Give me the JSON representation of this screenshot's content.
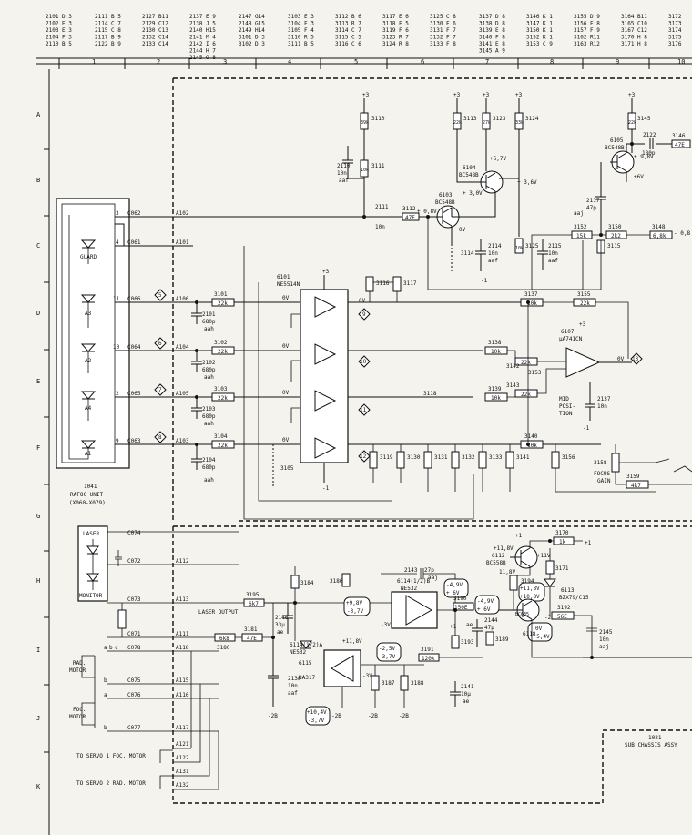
{
  "index_table": [
    [
      "2101 D 3",
      "2102 E 3",
      "2103 E 3",
      "2104 F 3",
      "2110 B 5"
    ],
    [
      "2111 B 5",
      "2114 C 7",
      "2115 C 8",
      "2117 B 9",
      "2122 B 9"
    ],
    [
      "2127 B11",
      "2129 C12",
      "2130 C13",
      "2132 C14",
      "2133 C14"
    ],
    [
      "2137 E 9",
      "2138 J 5",
      "2140 H15",
      "2141 M 4",
      "2142 I 6",
      "2144 H 7",
      "2145 O 8"
    ],
    [
      "2147 G14",
      "2148 G15",
      "2149 H14",
      "3101 D 3",
      "3102 D 3"
    ],
    [
      "3103 E 3",
      "3104 F 3",
      "3105 F 4",
      "3110 R 5",
      "3111 B 5"
    ],
    [
      "3112 B 6",
      "3113 R 7",
      "3114 C 7",
      "3115 C 5",
      "3116 C 6"
    ],
    [
      "3117 E 6",
      "3118 F 5",
      "3119 F 6",
      "3123 R 7",
      "3124 R 8"
    ],
    [
      "3125 C 8",
      "3130 F 6",
      "3131 F 7",
      "3132 F 7",
      "3133 F 8"
    ],
    [
      "3137 D 8",
      "3138 D 8",
      "3139 E 8",
      "3140 F 8",
      "3141 E 8",
      "3145 A 9"
    ],
    [
      "3146 K 1",
      "3147 K 1",
      "3150 K 1",
      "3152 K 1",
      "3153 C 9"
    ],
    [
      "3155 D 9",
      "3156 F 8",
      "3157 F 9",
      "3162 R11",
      "3163 R12"
    ],
    [
      "3164 B11",
      "3165 C10",
      "3167 C12",
      "3170 H 8",
      "3171 H 8"
    ],
    [
      "3172",
      "3173",
      "3174",
      "3175",
      "3176"
    ]
  ],
  "grid_columns": [
    "1",
    "2",
    "3",
    "4",
    "5",
    "6",
    "7",
    "8",
    "9",
    "10"
  ],
  "grid_rows": [
    "A",
    "B",
    "C",
    "D",
    "E",
    "F",
    "G",
    "H",
    "I",
    "J",
    "K"
  ],
  "ics": {
    "ic6101": {
      "ref": "6101",
      "part": "NE5514N"
    },
    "ic6107": {
      "ref": "6107",
      "part": "µA741CN"
    },
    "ic6114b": {
      "ref": "6114(1/2)B",
      "part": "NE532"
    },
    "ic6114a": {
      "ref": "6114(1/2)A",
      "part": "NE532"
    }
  },
  "transistors": {
    "t6103": {
      "ref": "6103",
      "part": "BC548B"
    },
    "t6104": {
      "ref": "6104",
      "part": "BC548B"
    },
    "t6105": {
      "ref": "6105",
      "part": "BC548B"
    },
    "t6112": {
      "ref": "6112",
      "part": "BC558B"
    },
    "t6118": {
      "ref": "6118",
      "part": "BC635"
    }
  },
  "diodes": {
    "d6113": {
      "ref": "6113",
      "part": "BZX79/C15"
    },
    "d6115": {
      "ref": "6115",
      "part": "BA317"
    }
  },
  "resistors": {
    "r3101": {
      "ref": "3101",
      "val": "22k"
    },
    "r3102": {
      "ref": "3102",
      "val": "22k"
    },
    "r3103": {
      "ref": "3103",
      "val": "22k"
    },
    "r3104": {
      "ref": "3104",
      "val": "22k"
    },
    "r3110": {
      "ref": "3110",
      "val": "39k"
    },
    "r3111": {
      "ref": "3111",
      "val": "10k"
    },
    "r3112": {
      "ref": "3112",
      "val": "47E"
    },
    "r3113": {
      "ref": "3113",
      "val": "22k"
    },
    "r3123": {
      "ref": "3123",
      "val": "27k"
    },
    "r3124": {
      "ref": "3124",
      "val": "33k"
    },
    "r3125": {
      "ref": "3125",
      "val": "10k"
    },
    "r3137": {
      "ref": "3137",
      "val": "10k"
    },
    "r3138": {
      "ref": "3138",
      "val": "10k"
    },
    "r3139": {
      "ref": "3139",
      "val": "10k"
    },
    "r3140": {
      "ref": "3140",
      "val": "10k"
    },
    "r3142": {
      "ref": "3142",
      "val": "22k"
    },
    "r3143": {
      "ref": "3143",
      "val": "22k"
    },
    "r3145": {
      "ref": "3145",
      "val": "22k"
    },
    "r3146": {
      "ref": "3146",
      "val": "47E"
    },
    "r3148": {
      "ref": "3148",
      "val": "6,8k"
    },
    "r3150": {
      "ref": "3150",
      "val": "2k2"
    },
    "r3152": {
      "ref": "3152",
      "val": "15k"
    },
    "r3155": {
      "ref": "3155",
      "val": "22k"
    },
    "r3159": {
      "ref": "3159",
      "val": "4k7"
    },
    "r3170": {
      "ref": "3170",
      "val": "1k"
    },
    "r3180": {
      "ref": "3180",
      "val": "6k8"
    },
    "r3181": {
      "ref": "3181",
      "val": "47E"
    },
    "r3190": {
      "ref": "3190",
      "val": "150E"
    },
    "r3191": {
      "ref": "3191",
      "val": "120k"
    },
    "r3192": {
      "ref": "3192",
      "val": "56E"
    },
    "r3195": {
      "ref": "3195",
      "val": "6k7"
    }
  },
  "part_labels": [
    "3114",
    "3115",
    "3116",
    "3117",
    "3118",
    "3119",
    "3130",
    "3131",
    "3132",
    "3133",
    "3141",
    "3153",
    "3156",
    "3158",
    "3171",
    "3184",
    "3186",
    "3187",
    "3188",
    "3189",
    "3193",
    "3194",
    "3105"
  ],
  "capacitors": {
    "c2101": {
      "ref": "2101",
      "val": "680p",
      "tol": "aah"
    },
    "c2102": {
      "ref": "2102",
      "val": "680p",
      "tol": "aah"
    },
    "c2103": {
      "ref": "2103",
      "val": "680p",
      "tol": "aah"
    },
    "c2104": {
      "ref": "2104",
      "val": "680p",
      "tol": "aah"
    },
    "c2110": {
      "ref": "2110",
      "val": "10n",
      "tol": "aaf"
    },
    "c2111": {
      "ref": "2111",
      "val": "10n"
    },
    "c2114": {
      "ref": "2114",
      "val": "10n",
      "tol": "aaf"
    },
    "c2115": {
      "ref": "2115",
      "val": "10n",
      "tol": "aaf"
    },
    "c2117": {
      "ref": "2117",
      "val": "47p",
      "tol": "aaj"
    },
    "c2122": {
      "ref": "2122",
      "val": "180p"
    },
    "c2137": {
      "ref": "2137",
      "val": "10n"
    },
    "c2138": {
      "ref": "2138",
      "val": "10n",
      "tol": "aaf"
    },
    "c2140": {
      "ref": "2140",
      "val": "33µ",
      "tol": "ae"
    },
    "c2141": {
      "ref": "2141",
      "val": "10µ",
      "tol": "ae"
    },
    "c2143": {
      "ref": "2143",
      "val": "27p",
      "tol": "aaj"
    },
    "c2144": {
      "ref": "2144",
      "val": "47µ",
      "tol": "ae"
    },
    "c2145": {
      "ref": "2145",
      "val": "10n",
      "tol": "aaj"
    }
  },
  "connectors": {
    "left": [
      "C062",
      "C061",
      "C066",
      "C064",
      "C065",
      "C063"
    ],
    "left_pins": [
      "3",
      "4",
      "11",
      "10",
      "2",
      "9"
    ],
    "lower": [
      "C074",
      "C072",
      "C073",
      "C071",
      "C078",
      "C075",
      "C076",
      "C077"
    ],
    "lower_pins": [
      "a",
      "b",
      "c",
      "b",
      "a",
      "b"
    ]
  },
  "nets": {
    "upper": [
      "A102",
      "A101",
      "A106",
      "A104",
      "A105",
      "A103"
    ],
    "lower": [
      "A112",
      "A113",
      "A111",
      "A118",
      "A115",
      "A116",
      "A117",
      "A121",
      "A122",
      "A131",
      "A132"
    ]
  },
  "blocks": {
    "rafoc_ref": "1041",
    "rafoc_line1": "RAFOC UNIT",
    "rafoc_line2": "(X060-X079)",
    "sub_ref": "1021",
    "sub_label": "SUB CHASSIS ASSY"
  },
  "photodiodes": [
    "GUARD",
    "A3",
    "A2",
    "A4",
    "A1"
  ],
  "labels": {
    "laser": "LASER",
    "monitor": "MONITOR",
    "rad_motor_1": "RAD.",
    "rad_motor_2": "MOTOR",
    "foc_motor_1": "FOC.",
    "foc_motor_2": "MOTOR",
    "servo1": "TO SERVO 1 FOC. MOTOR",
    "servo2": "TO SERVO 2 RAD. MOTOR",
    "laser_output": "LASER OUTPUT",
    "mid1": "MID",
    "mid2": "POSI-",
    "mid3": "TION",
    "focus1": "FOCUS",
    "focus2": "GAIN"
  },
  "voltages": {
    "plus3": "+3",
    "minus1": "-1",
    "minus2b": "-2B",
    "plus1": "+1",
    "v_0v": "0V",
    "v_08": "+ 0,8V",
    "v_30": "+ 3,0V",
    "v_67": "+6,7V",
    "v_36": "+ 3,6V",
    "v_98": "+ 9,8V",
    "v_6": "+6V",
    "v_m08": "- 0,8",
    "v_118": "+11,8V",
    "v_11": "+11V",
    "v_118b": "11,8V",
    "v_neg3": "-3V",
    "v_neg2a": "-2A",
    "v_plus1b": "+1",
    "v_plus118c": "+11,8V"
  },
  "voltage_boxes": [
    {
      "a": "+9,8V",
      "b": "-3,7V"
    },
    {
      "a": "-4,9V",
      "b": "+ 6V"
    },
    {
      "a": "-4,9V",
      "b": "+ 6V"
    },
    {
      "a": "+11,8V",
      "b": "+10,8V"
    },
    {
      "a": "-2,5V",
      "b": "-3,7V"
    },
    {
      "a": "0V",
      "b": "+ 5,4V"
    },
    {
      "a": "+10,4V",
      "b": "-3,7V"
    }
  ],
  "test_points": [
    "5",
    "6",
    "7",
    "8",
    "9",
    "10",
    "11",
    "12",
    "13"
  ]
}
